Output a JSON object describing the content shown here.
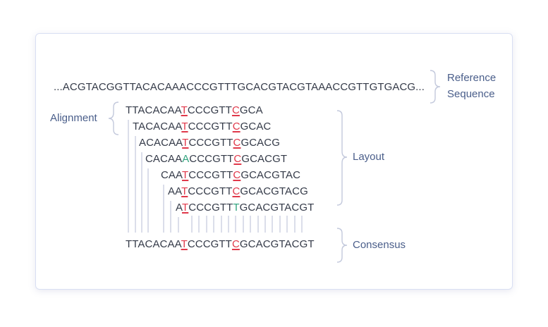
{
  "reference": {
    "sequence": "...ACGTACGGTTACACAAACCCGTTTGCACGTACGTAAACCGTTGTGACG...",
    "label_line1": "Reference",
    "label_line2": "Sequence"
  },
  "alignment_label": "Alignment",
  "layout_label": "Layout",
  "consensus_label": "Consensus",
  "reads": [
    {
      "pre": "TTACACAA",
      "m1": "T",
      "mid": "CCCGTT",
      "m2": "C",
      "post": "GCA"
    },
    {
      "pre": "TACACAA",
      "m1": "T",
      "mid": "CCCGTT",
      "m2": "C",
      "post": "GCAC"
    },
    {
      "pre": "ACACAA",
      "m1": "T",
      "mid": "CCCGTT",
      "m2": "C",
      "post": "GCACG"
    },
    {
      "pre": "CACAA",
      "m1": "A",
      "mid": "CCCGTT",
      "m2": "C",
      "post": "GCACGT"
    },
    {
      "pre": "CAA",
      "m1": "T",
      "mid": "CCCGTT",
      "m2": "C",
      "post": "GCACGTAC"
    },
    {
      "pre": "AA",
      "m1": "T",
      "mid": "CCCGTT",
      "m2": "C",
      "post": "GCACGTACG"
    },
    {
      "pre": "A",
      "m1": "T",
      "mid": "CCCGTT",
      "m2": "T",
      "post": "GCACGTACGT"
    }
  ],
  "consensus": {
    "pre": "TTACACAA",
    "m1": "T",
    "mid": "CCCGTT",
    "m2": "C",
    "post": "GCACGTACGT"
  },
  "colors": {
    "mutation_red": "#e0384a",
    "mutation_green": "#2fa37d",
    "label_blue": "#4a5e8a",
    "text_dark": "#343a48",
    "brace_gray": "#c3c9dc"
  }
}
